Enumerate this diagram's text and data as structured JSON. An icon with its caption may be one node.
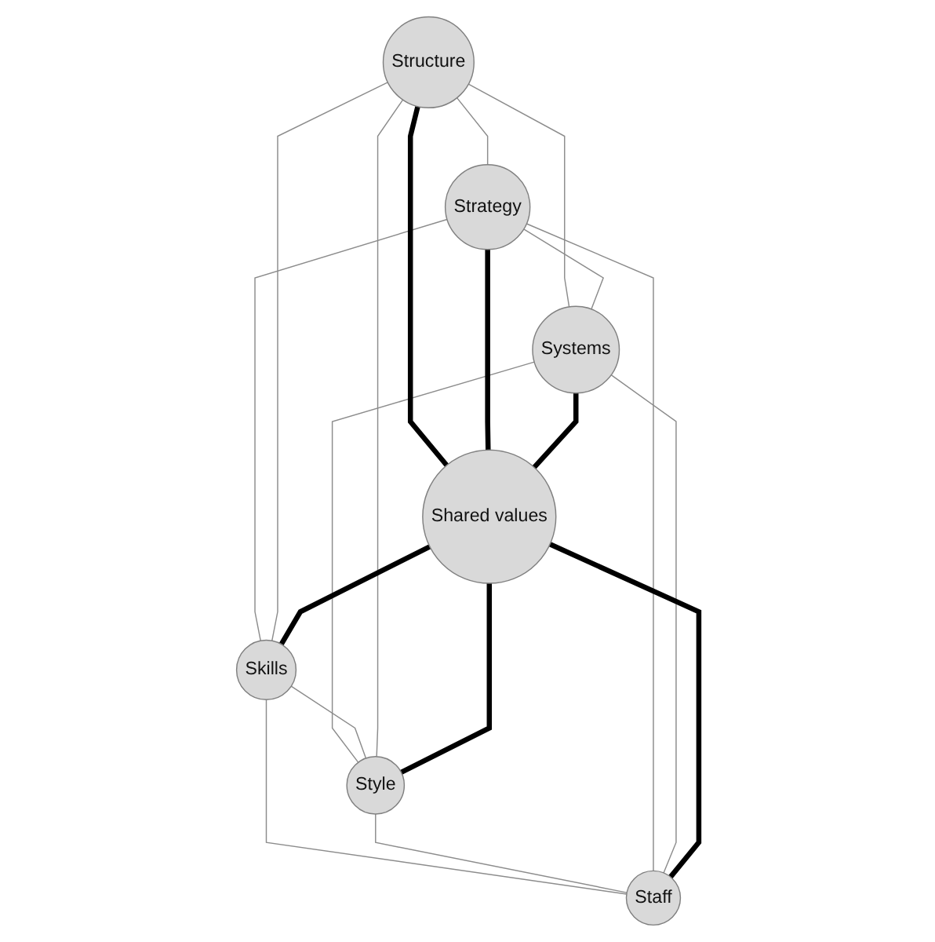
{
  "diagram": {
    "nodes": [
      {
        "text": [
          "Structure"
        ]
      },
      {
        "text": [
          "Strategy"
        ]
      },
      {
        "text": [
          "Systems"
        ]
      },
      {
        "text": [
          "Shared values"
        ]
      },
      {
        "text": [
          "Skills"
        ]
      },
      {
        "text": [
          "Style"
        ]
      },
      {
        "text": [
          "Staff"
        ]
      }
    ],
    "edges": [
      {
        "from": 0,
        "to": 1,
        "arrow": "none"
      },
      {
        "from": 0,
        "to": 2,
        "arrow": "none"
      },
      {
        "from": 1,
        "to": 2,
        "arrow": "none"
      },
      {
        "from": 1,
        "to": 4,
        "arrow": "none"
      },
      {
        "from": 2,
        "to": 5,
        "arrow": "none"
      },
      {
        "from": 4,
        "to": 5,
        "arrow": "none"
      },
      {
        "from": 4,
        "to": 6,
        "arrow": "none"
      },
      {
        "from": 5,
        "to": 6,
        "arrow": "none"
      },
      {
        "from": 0,
        "to": 4,
        "arrow": "none"
      },
      {
        "from": 0,
        "to": 5,
        "arrow": "none"
      },
      {
        "from": 1,
        "to": 6,
        "arrow": "none"
      },
      {
        "from": 2,
        "to": 6,
        "arrow": "none"
      },
      {
        "from": 0,
        "to": 3,
        "arrow": "none",
        "style": "thick",
        "color": "#000000"
      },
      {
        "from": 1,
        "to": 3,
        "arrow": "none",
        "style": "thick",
        "color": "#000000"
      },
      {
        "from": 2,
        "to": 3,
        "arrow": "none",
        "style": "thick",
        "color": "#000000"
      },
      {
        "from": 3,
        "to": 4,
        "arrow": "none",
        "style": "thick",
        "color": "#000000"
      },
      {
        "from": 3,
        "to": 5,
        "arrow": "none",
        "style": "thick",
        "color": "#000000"
      },
      {
        "from": 3,
        "to": 6,
        "arrow": "none",
        "style": "thick",
        "color": "#000000"
      }
    ]
  }
}
